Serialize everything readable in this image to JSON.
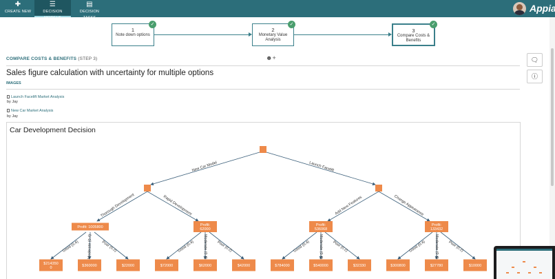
{
  "nav": {
    "create_new": "CREATE NEW",
    "decision_models": "DECISION MODELS",
    "decision_tasks": "DECISION TASKS",
    "logo": "Appian"
  },
  "steps": [
    {
      "num": "1",
      "label": "Note down options"
    },
    {
      "num": "2",
      "label": "Monetary Value Analysis"
    },
    {
      "num": "3",
      "label": "Compare Costs & Benefits"
    }
  ],
  "section": {
    "title": "COMPARE COSTS & BENEFITS",
    "subtitle": "(STEP 3)"
  },
  "page": {
    "heading": "Sales figure calculation with uncertainty for multiple options",
    "images_label": "IMAGES"
  },
  "attachments": [
    {
      "title": "Launch Facelift Market Analysis",
      "by": "by Jay"
    },
    {
      "title": "New Car Market Analysis",
      "by": "by Jay"
    }
  ],
  "tree": {
    "title": "Car Development Decision",
    "branches": {
      "left": "New Car Model",
      "right": "Launch Facelift",
      "ll": "Thorough Development",
      "lr": "Rapid Development",
      "rl": "Add New Features",
      "rr": "Change Appearance"
    },
    "profits": [
      {
        "label": "Profit: 1005800"
      },
      {
        "label": "Profit:",
        "value": "62000"
      },
      {
        "label": "Profit:",
        "value": "536068"
      },
      {
        "label": "Profit:",
        "value": "133432"
      }
    ],
    "outcome_labels": [
      "Good (0.4)",
      "Moderate (0.4)",
      "Poor (0.2)"
    ],
    "leaves": [
      {
        "line1": "$214350",
        "line2": "0"
      },
      {
        "line1": "$360000"
      },
      {
        "line1": "$22000"
      },
      {
        "line1": "$72000"
      },
      {
        "line1": "$62000"
      },
      {
        "line1": "$42000"
      },
      {
        "line1": "$784000"
      },
      {
        "line1": "$540000"
      },
      {
        "line1": "$32330"
      },
      {
        "line1": "$300800"
      },
      {
        "line1": "$27780"
      },
      {
        "line1": "$10000"
      }
    ]
  },
  "colors": {
    "brand": "#2c6e7a",
    "node": "#ee8a4a",
    "check": "#4a9e6e"
  },
  "icons": {
    "create": "plus-icon",
    "models": "list-icon",
    "tasks": "tasks-icon",
    "comment": "comment-icon",
    "info": "info-icon",
    "add_user": "add-user-icon"
  }
}
